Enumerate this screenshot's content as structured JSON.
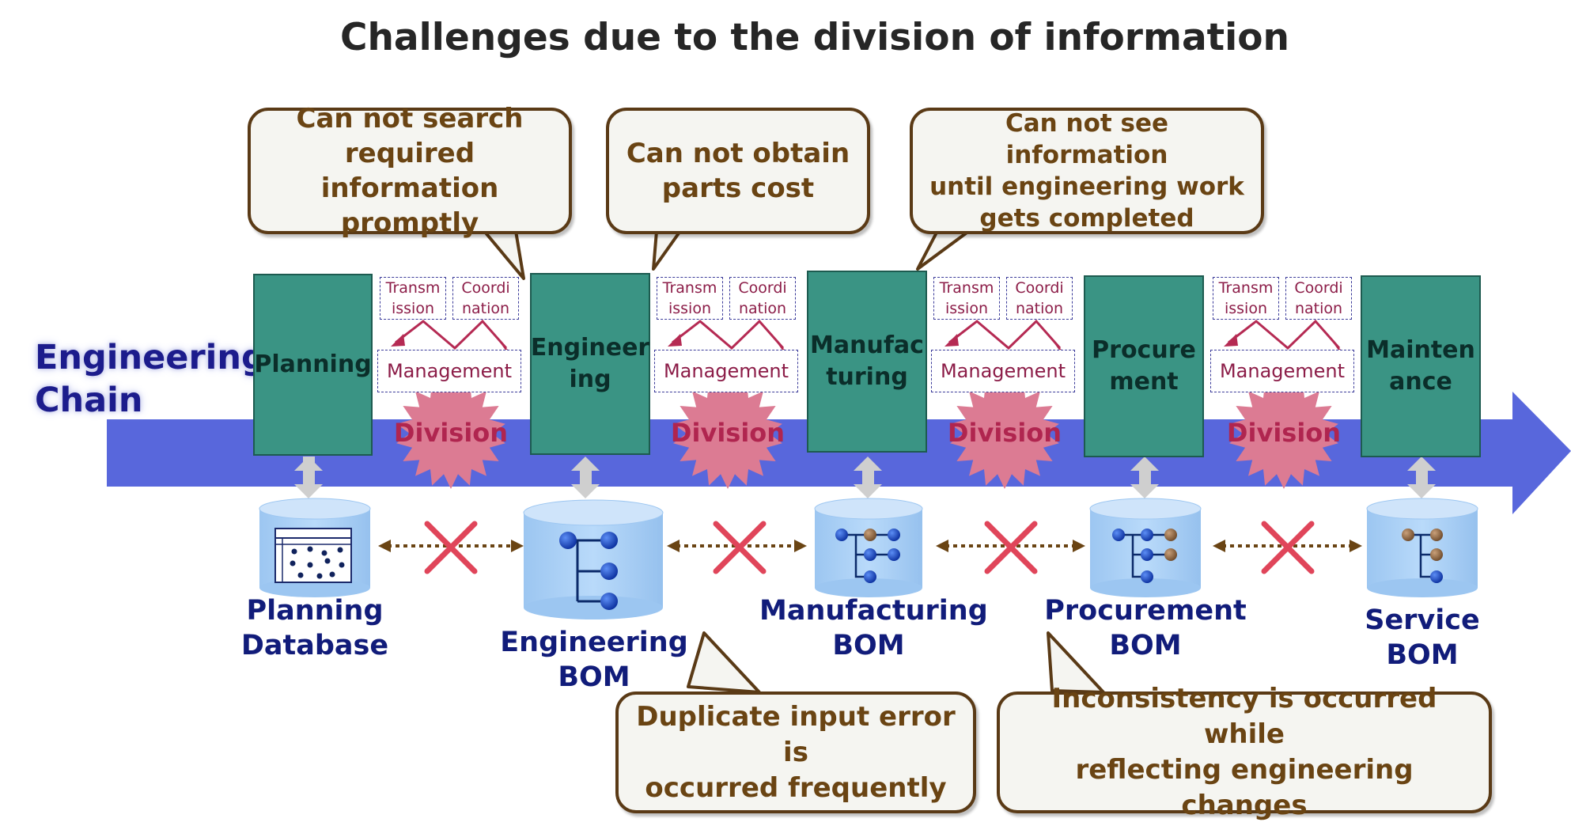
{
  "title": "Challenges due to the division of information",
  "chain_label_line1": "Engineering",
  "chain_label_line2": "Chain",
  "stages": [
    {
      "line1": "Planning",
      "line2": ""
    },
    {
      "line1": "Engineer",
      "line2": "ing"
    },
    {
      "line1": "Manufac",
      "line2": "turing"
    },
    {
      "line1": "Procure",
      "line2": "ment"
    },
    {
      "line1": "Mainten",
      "line2": "ance"
    }
  ],
  "gap": {
    "transmission_line1": "Transm",
    "transmission_line2": "ission",
    "coordination_line1": "Coordi",
    "coordination_line2": "nation",
    "management": "Management",
    "division": "Division"
  },
  "databases": [
    {
      "line1": "Planning",
      "line2": "Database"
    },
    {
      "line1": "Engineering",
      "line2": "BOM"
    },
    {
      "line1": "Manufacturing",
      "line2": "BOM"
    },
    {
      "line1": "Procurement",
      "line2": "BOM"
    },
    {
      "line1": "Service",
      "line2": "BOM"
    }
  ],
  "callouts_top": [
    {
      "lines": [
        "Can not search",
        "required information",
        "promptly"
      ]
    },
    {
      "lines": [
        "Can not obtain",
        "parts cost"
      ]
    },
    {
      "lines": [
        "Can not see information",
        "until engineering work",
        "gets completed"
      ]
    }
  ],
  "callouts_bottom": [
    {
      "lines": [
        "Duplicate input error is",
        "occurred frequently"
      ]
    },
    {
      "lines": [
        "Inconsistency is occurred while",
        "reflecting engineering changes"
      ]
    }
  ],
  "colors": {
    "arrow": "#5867dc",
    "stage": "#3a9484",
    "burst": "#dc7b93",
    "callout_text": "#6a4413",
    "db_label": "#111c7a",
    "cross": "#e0455a",
    "cylinder": "#a6cdf3"
  }
}
